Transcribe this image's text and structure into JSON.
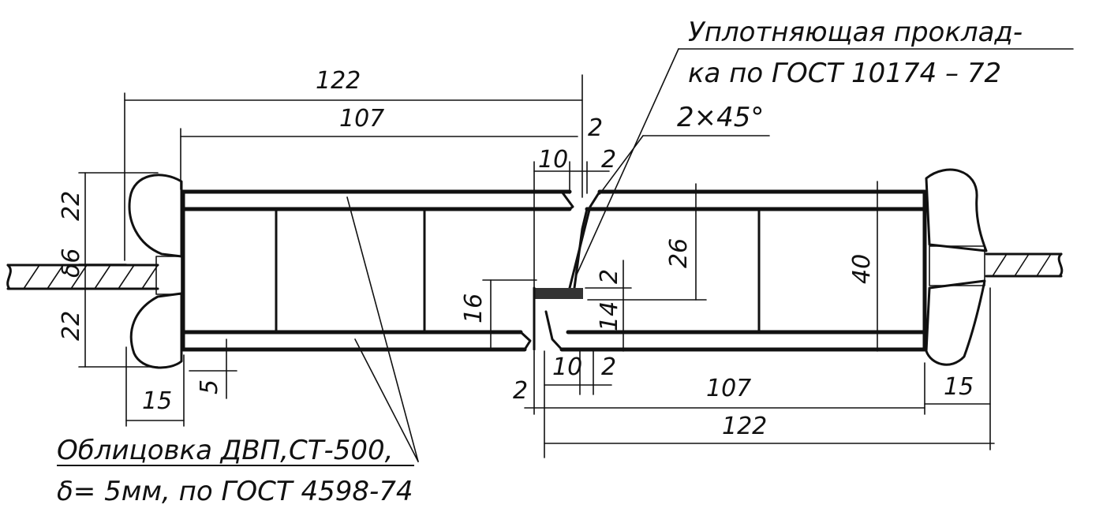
{
  "notes": {
    "gasket_line1": "Уплотняющая проклад-",
    "gasket_line2": "ка по ГОСТ 10174 – 72",
    "chamfer": "2×45°",
    "facing_line1": "Облицовка ДВП,СТ-500,",
    "facing_line2": "δ= 5мм, по ГОСТ 4598-74"
  },
  "dimensions": {
    "left_overall": "122",
    "left_core": "107",
    "left_top_22": "22",
    "left_bottom_22": "22",
    "left_delta6": "δ6",
    "left_15": "15",
    "left_5": "5",
    "mid_16": "16",
    "mid_10_top": "10",
    "mid_2_top_a": "2",
    "mid_2_top_b": "2",
    "mid_26": "26",
    "mid_2_right": "2",
    "mid_14": "14",
    "mid_10_bottom": "10",
    "mid_2_bottom": "2",
    "mid_2_left": "2",
    "right_40": "40",
    "right_core": "107",
    "right_15": "15",
    "right_overall": "122"
  }
}
